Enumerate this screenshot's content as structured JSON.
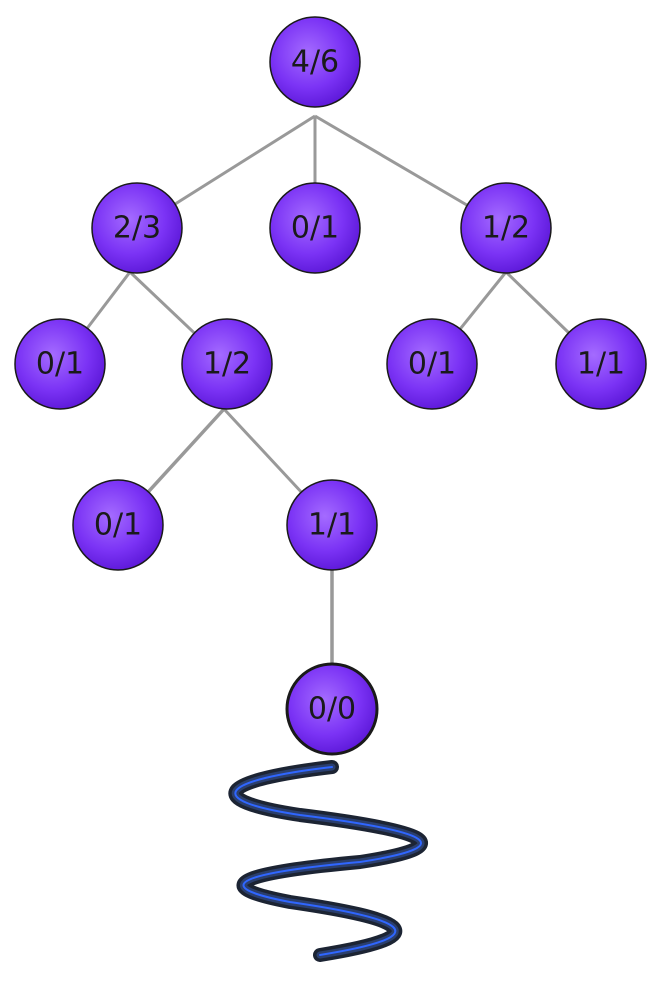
{
  "colors": {
    "node_fill_light": "#a46bff",
    "node_fill": "#7b33f5",
    "node_fill_dark": "#5a16d6",
    "node_stroke": "#1a1a1a",
    "edge": "#999999",
    "spring_outer": "#1c2433",
    "spring_mid": "#2b3f6e",
    "spring_inner": "#2f66ff"
  },
  "tree": {
    "nodes": [
      {
        "id": "root",
        "label": "4/6"
      },
      {
        "id": "l1-left",
        "label": "2/3"
      },
      {
        "id": "l1-mid",
        "label": "0/1"
      },
      {
        "id": "l1-right",
        "label": "1/2"
      },
      {
        "id": "l2-a",
        "label": "0/1"
      },
      {
        "id": "l2-b",
        "label": "1/2"
      },
      {
        "id": "l2-c",
        "label": "0/1"
      },
      {
        "id": "l2-d",
        "label": "1/1"
      },
      {
        "id": "l3-a",
        "label": "0/1"
      },
      {
        "id": "l3-b",
        "label": "1/1"
      },
      {
        "id": "l4-a",
        "label": "0/0"
      }
    ],
    "edges": [
      [
        "root",
        "l1-left"
      ],
      [
        "root",
        "l1-mid"
      ],
      [
        "root",
        "l1-right"
      ],
      [
        "l1-left",
        "l2-a"
      ],
      [
        "l1-left",
        "l2-b"
      ],
      [
        "l1-right",
        "l2-c"
      ],
      [
        "l1-right",
        "l2-d"
      ],
      [
        "l2-b",
        "l3-a"
      ],
      [
        "l2-b",
        "l3-b"
      ],
      [
        "l3-b",
        "l4-a"
      ]
    ]
  }
}
